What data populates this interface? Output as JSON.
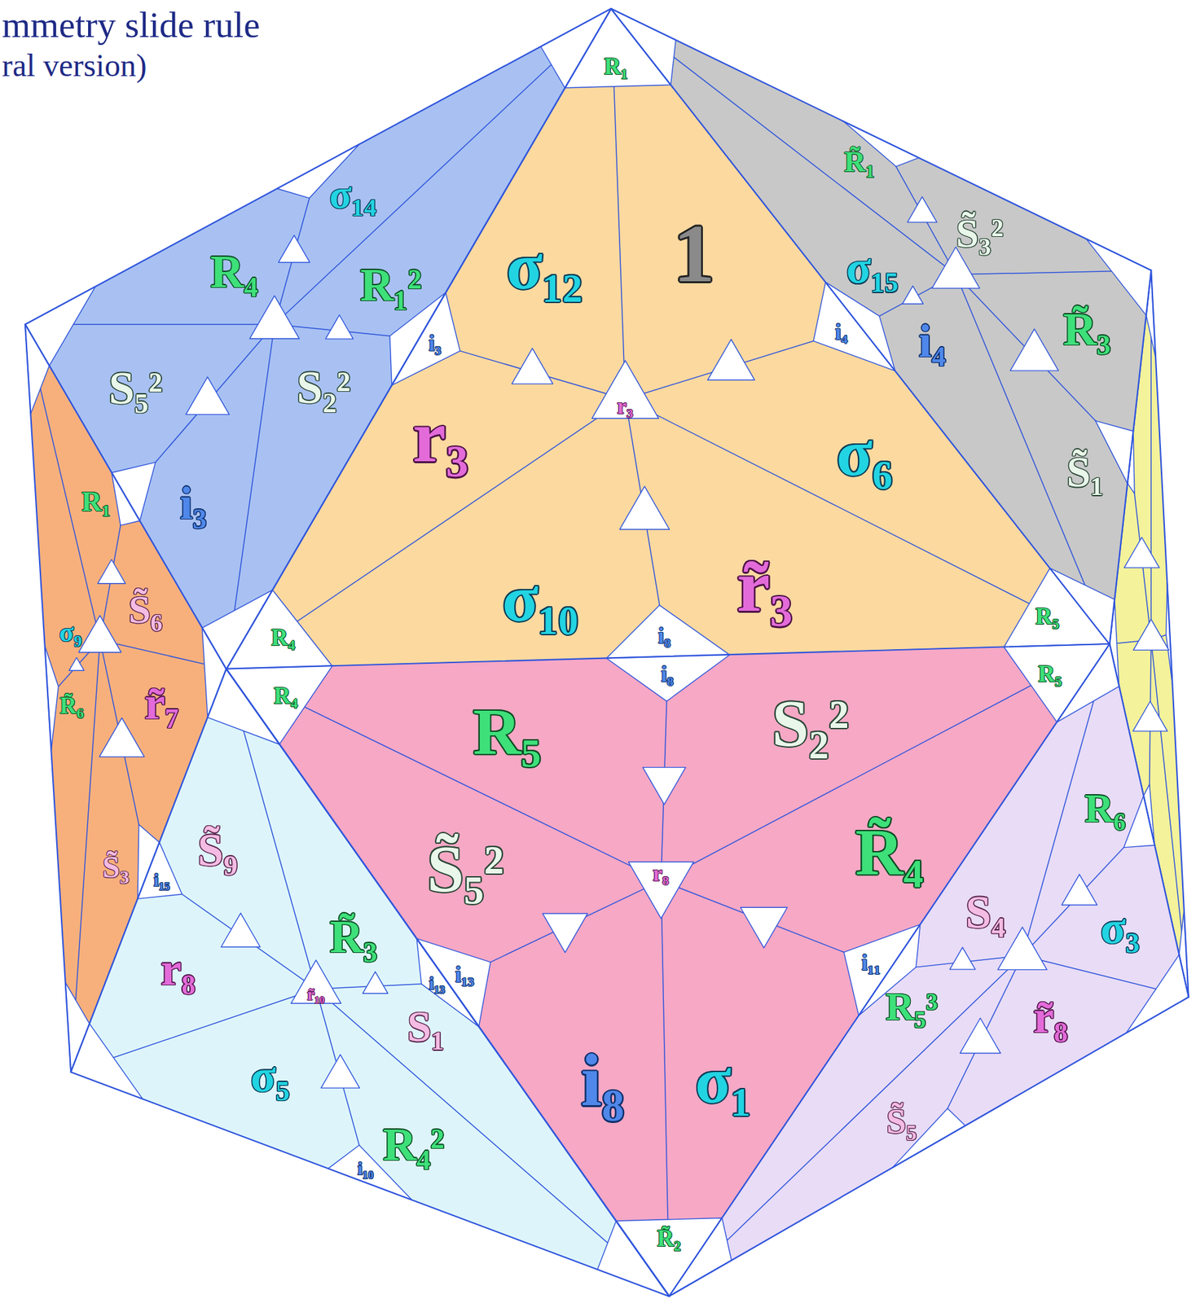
{
  "diagram": {
    "title": "mmetry slide rule",
    "nodes": [
      {
        "text": [
          "σ₁₂",
          "1",
          "r₃",
          "σ₆",
          "σ₁₀",
          "r̃₃",
          "r₃",
          "i₃",
          "i₈",
          "i₄",
          "R₁",
          "R₄",
          "R₅"
        ]
      },
      {
        "text": [
          "R₅",
          "S₂²",
          "S̃₅²",
          "R̃₄",
          "r₈",
          "i₈",
          "σ₁",
          "i₈",
          "i₁₁",
          "i₁₃",
          "R₄",
          "R₅",
          "R̃₂"
        ]
      },
      {
        "text": [
          "σ₁₄",
          "R₄",
          "S₅²",
          "i₃",
          "S₂²",
          "R₁²"
        ]
      },
      {
        "text": [
          "R̃₁",
          "S̃₃²",
          "R̃₃",
          "S̃₁",
          "i₄",
          "σ₁₅"
        ]
      },
      {
        "text": [
          "R₁",
          "S̃₆",
          "r̃₇",
          "S̃₃",
          "R̃₆",
          "σ₉"
        ]
      },
      {
        "text": [
          "R̃₃",
          "S₁",
          "R₄²",
          "σ₅",
          "r₈",
          "S̃₉",
          "r̃₁₀",
          "i₁₃",
          "i₁₀",
          "i₁₅"
        ]
      },
      {
        "text": [
          "R₆",
          "σ₃",
          "r̃₈",
          "S̃₅",
          "R₅³",
          "S₄"
        ]
      }
    ],
    "labels": [
      "ral version)"
    ]
  }
}
